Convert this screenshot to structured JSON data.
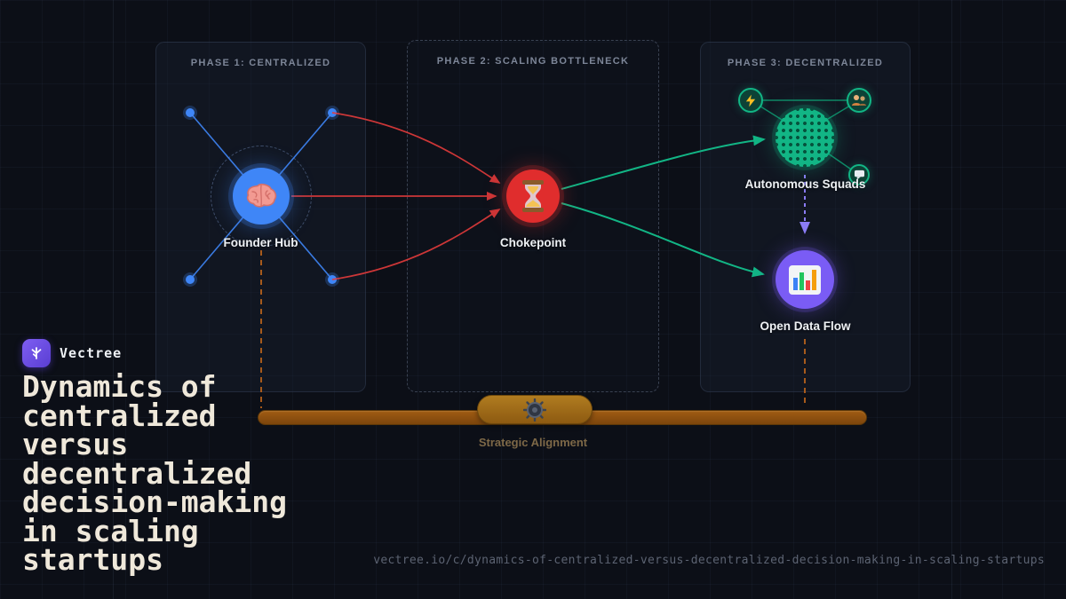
{
  "brand": {
    "name": "Vectree"
  },
  "headline": "Dynamics of centralized versus decentralized decision-making in scaling startups",
  "footer_url": "vectree.io/c/dynamics-of-centralized-versus-decentralized-decision-making-in-scaling-startups",
  "phases": [
    {
      "label": "PHASE 1: CENTRALIZED"
    },
    {
      "label": "PHASE 2: SCALING BOTTLENECK"
    },
    {
      "label": "PHASE 3: DECENTRALIZED"
    }
  ],
  "nodes": {
    "founder_hub": {
      "label": "Founder Hub",
      "icon": "brain-icon",
      "color": "#3f86f7"
    },
    "chokepoint": {
      "label": "Chokepoint",
      "icon": "hourglass-icon",
      "color": "#e02d2d"
    },
    "autonomous_squads": {
      "label": "Autonomous Squads",
      "icon": "network-icon",
      "color": "#12b585"
    },
    "open_data_flow": {
      "label": "Open Data Flow",
      "icon": "bar-chart-icon",
      "color": "#7a5cf5"
    }
  },
  "satellites": [
    {
      "icon": "lightning-icon"
    },
    {
      "icon": "team-icon"
    },
    {
      "icon": "chat-icon"
    }
  ],
  "alignment": {
    "label": "Strategic Alignment",
    "icon": "gear-icon",
    "color": "#a05c13"
  }
}
